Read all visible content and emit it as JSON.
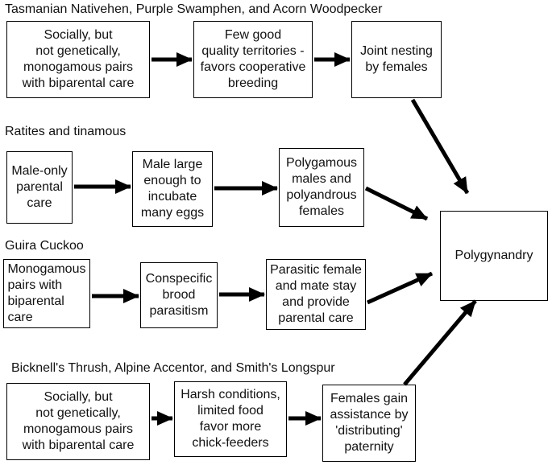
{
  "groups": [
    {
      "heading": "Tasmanian Nativehen, Purple Swamphen, and Acorn Woodpecker",
      "boxes": [
        "Socially, but\nnot genetically,\nmonogamous pairs\nwith biparental care",
        "Few good\nquality territories -\nfavors cooperative\nbreeding",
        "Joint nesting\nby females"
      ]
    },
    {
      "heading": "Ratites and tinamous",
      "boxes": [
        "Male-only\nparental\ncare",
        "Male large\nenough to\nincubate\nmany eggs",
        "Polygamous\nmales and\npolyandrous\nfemales"
      ]
    },
    {
      "heading": "Guira Cuckoo",
      "boxes": [
        "Monogamous\npairs with\nbiparental\ncare",
        "Conspecific\nbrood\nparasitism",
        "Parasitic female\nand mate stay\nand provide\nparental care"
      ]
    },
    {
      "heading": "Bicknell's Thrush, Alpine Accentor, and Smith's Longspur",
      "boxes": [
        "Socially, but\nnot genetically,\nmonogamous pairs\nwith biparental care",
        "Harsh conditions,\nlimited food\nfavor more\nchick-feeders",
        "Females gain\nassistance by\n'distributing'\npaternity"
      ]
    }
  ],
  "outcome": "Polygynandry"
}
